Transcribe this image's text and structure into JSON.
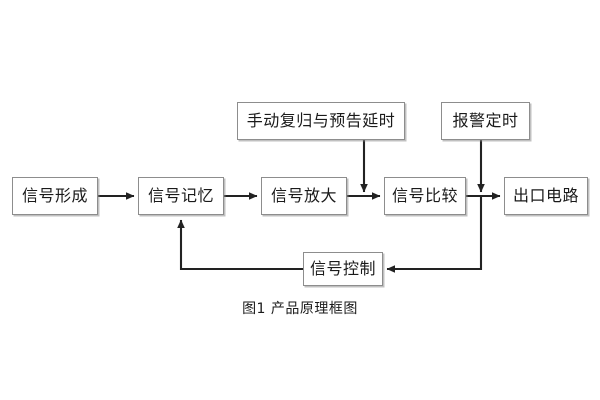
{
  "figure": {
    "caption": "图1 产品原理框图",
    "background_color": "#ffffff",
    "box_border_color": "#8d8d8d",
    "wire_color": "#222222",
    "text_color": "#1a1a1a"
  },
  "nodes": [
    {
      "id": "signal-form",
      "label": "信号形成"
    },
    {
      "id": "signal-memory",
      "label": "信号记忆"
    },
    {
      "id": "signal-amp",
      "label": "信号放大"
    },
    {
      "id": "signal-cmp",
      "label": "信号比较"
    },
    {
      "id": "output-ckt",
      "label": "出口电路"
    },
    {
      "id": "manual-reset",
      "label": "手动复归与预告延时"
    },
    {
      "id": "alarm-timer",
      "label": "报警定时"
    },
    {
      "id": "signal-ctrl",
      "label": "信号控制"
    }
  ],
  "edges": [
    {
      "from": "signal-form",
      "to": "signal-memory",
      "arrow": "right"
    },
    {
      "from": "signal-memory",
      "to": "signal-amp",
      "arrow": "right"
    },
    {
      "from": "signal-amp",
      "to": "signal-cmp",
      "arrow": "right"
    },
    {
      "from": "signal-cmp",
      "to": "output-ckt",
      "arrow": "right"
    },
    {
      "from": "manual-reset",
      "to": "signal-cmp",
      "arrow": "down"
    },
    {
      "from": "alarm-timer",
      "to": "output-ckt",
      "arrow": "down"
    },
    {
      "from": "output-ckt",
      "to": "signal-ctrl",
      "arrow": "left"
    },
    {
      "from": "signal-ctrl",
      "to": "signal-memory",
      "arrow": "up"
    }
  ]
}
